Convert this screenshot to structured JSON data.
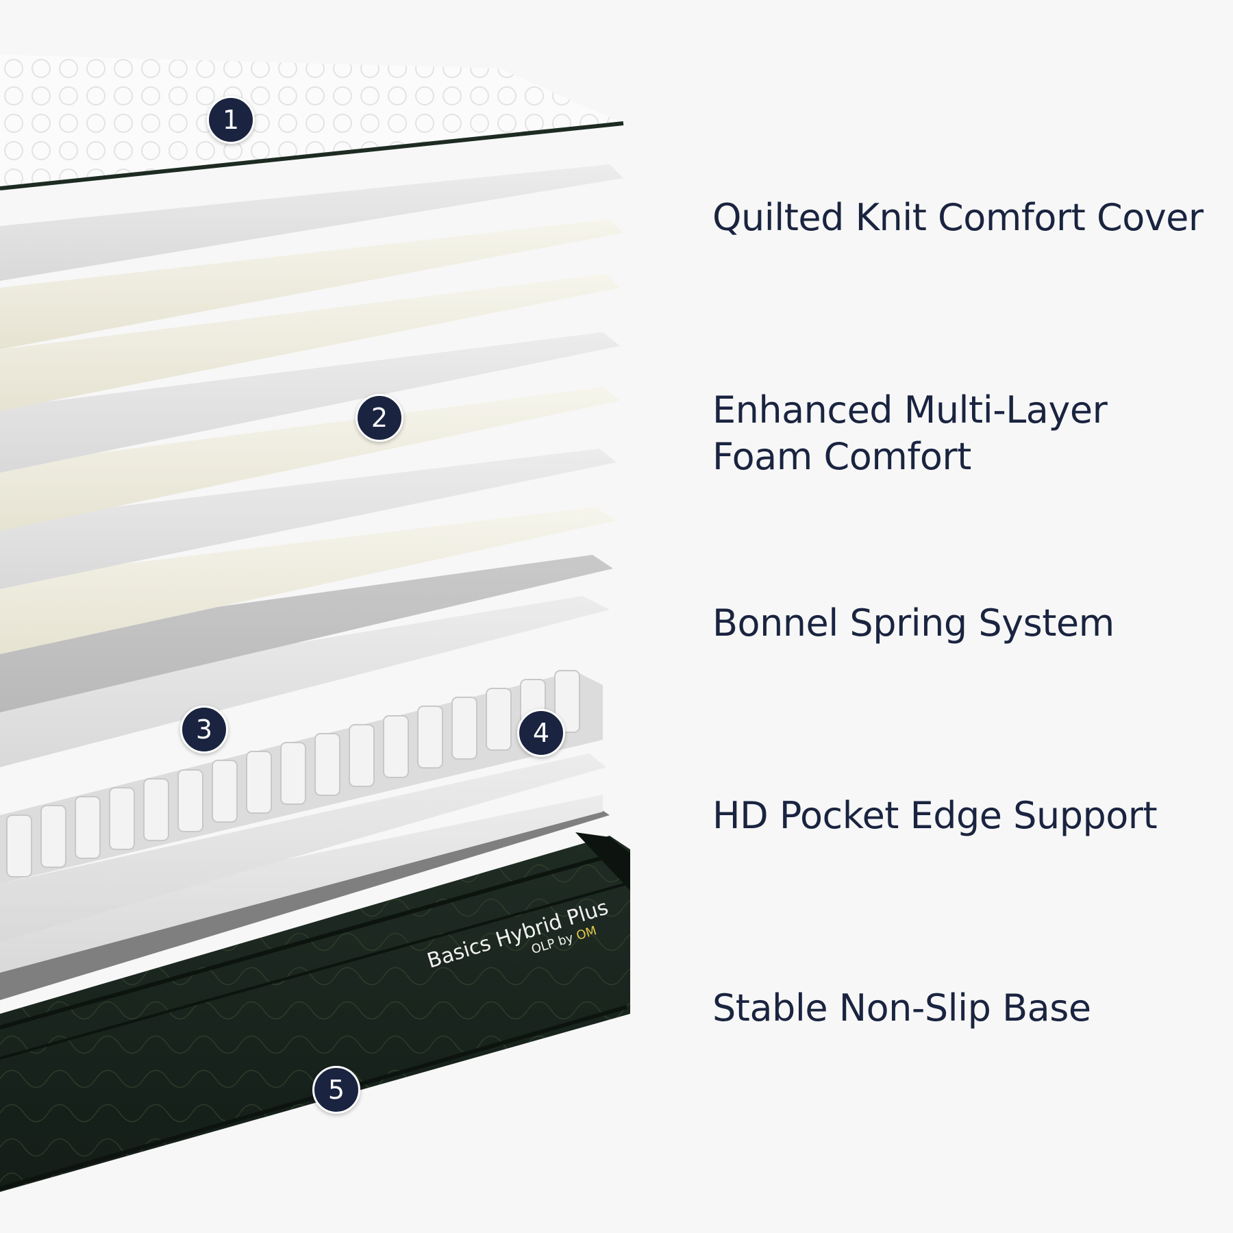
{
  "markers": [
    "1",
    "2",
    "3",
    "4",
    "5"
  ],
  "features": [
    "Quilted Knit Comfort Cover",
    "Enhanced Multi-Layer Foam Comfort",
    "Bonnel Spring System",
    "HD Pocket Edge Support",
    "Stable Non-Slip Base"
  ],
  "brand": {
    "name": "Basics Hybrid Plus",
    "maker_prefix": "OLP",
    "maker_by": "by",
    "maker_logo": "OM"
  },
  "colors": {
    "background": "#f7f7f7",
    "text": "#1a2440",
    "marker_fill": "#1a2440",
    "base_green": "#1d2b22",
    "cream_foam": "#f1efe3",
    "gray_foam": "#e4e4e4"
  }
}
